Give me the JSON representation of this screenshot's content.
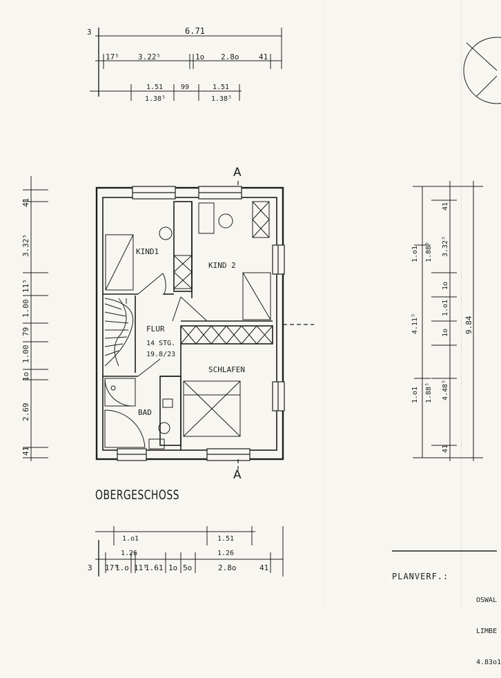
{
  "drawing": {
    "floor_title": "OBERGESCHOSS",
    "section_mark": "A",
    "planner_label": "PLANVERF.:",
    "planner_lines": [
      "OSWAL",
      "LIMBE",
      "4.83o1"
    ]
  },
  "rooms": {
    "kind1": "KIND1",
    "kind2": "KIND 2",
    "flur": "FLUR",
    "stairs_count": "14 STG.",
    "stairs_ratio": "19.8/23",
    "schlafen": "SCHLAFEN",
    "bad": "BAD"
  },
  "dims_top": {
    "overall": "6.71",
    "left_end": "3",
    "r1a": "17⁵",
    "r1b": "3.22⁵",
    "r1c": "1o",
    "r1d": "2.8o",
    "r1e": "41",
    "r2a": "1.51",
    "r2b": "99",
    "r2c": "1.51",
    "r3a": "1.38⁵",
    "r3b": "1.38⁵"
  },
  "dims_bottom": {
    "b1": "1.o1",
    "b2": "1.51",
    "b3": "1.26",
    "b4": "1.26",
    "left_end": "3",
    "c1": "17⁵",
    "c2": "1.o",
    "c3": "11⁵",
    "c4": "1.61",
    "c5": "1o",
    "c6": "5o",
    "c7": "2.8o",
    "c8": "41"
  },
  "dims_left": {
    "d1": "41",
    "d2": "3.32⁵",
    "d3": "11⁵",
    "d4": "1.00",
    "d5": "79",
    "d6": "1.00",
    "d7": "1o",
    "d8": "2.69",
    "d9": "41"
  },
  "dims_right": {
    "e1": "41",
    "e2": "3.32⁵",
    "e3": "1o",
    "e4": "1.o1",
    "e5": "1o",
    "e6": "4.48⁵",
    "e7": "41",
    "f1": "1.o1",
    "f2": "1.88⁵",
    "f3": "4.11⁵",
    "f4": "1.o1",
    "f5": "1.88⁵",
    "total": "9.84"
  }
}
